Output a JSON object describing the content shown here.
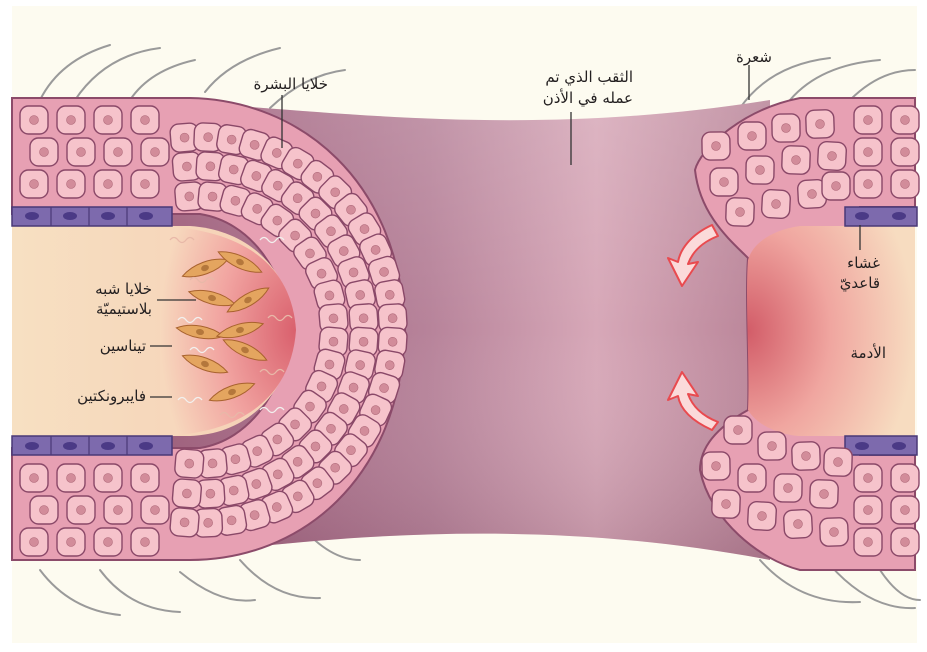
{
  "labels": {
    "epidermal_cells": "خلايا البشرة",
    "hole_line1": "الثقب الذي تم",
    "hole_line2": "عمله في الأذن",
    "hair": "شعرة",
    "basement_line1": "غشاء",
    "basement_line2": "قاعديّ",
    "dermis": "الأدمة",
    "blastema_line1": "خلايا شبه",
    "blastema_line2": "بلاستيميّة",
    "tenascin": "تيناسين",
    "fibronectin": "فايبرونكتين"
  },
  "colors": {
    "background": "#fdfbf0",
    "hole": "#b77d93",
    "epidermis": "#e99eb0",
    "cell_fill": "#f3bac3",
    "nucleus": "#c98290",
    "basement": "#6e5ca3",
    "dermis": "#f6dcbe",
    "blastema": "#e27c83",
    "arrow": "#e94a4f",
    "fibroblast": "#e2a15b"
  },
  "icons": [
    "epidermal-cell-icon",
    "blastema-cell-icon",
    "regrowth-arrow-icon",
    "hair-icon"
  ]
}
